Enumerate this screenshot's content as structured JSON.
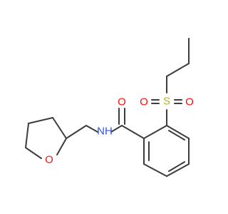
{
  "colors": {
    "bond": "#3c3c3c",
    "oxygen": "#ff0d0d",
    "nitrogen": "#3050f8",
    "sulfur": "#b8b800",
    "background": "#ffffff"
  },
  "atoms": {
    "o_carbonyl": "O",
    "o_sulfonyl_left": "O",
    "o_sulfonyl_right": "O",
    "sulfur": "S",
    "nh": "NH",
    "o_ring": "O"
  }
}
